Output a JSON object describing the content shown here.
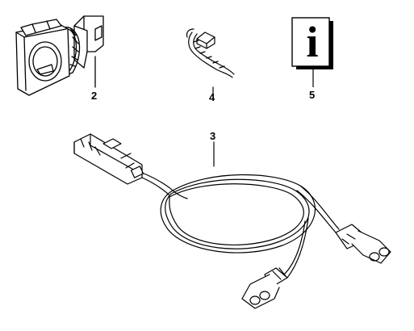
{
  "callouts": {
    "part_2": "2",
    "part_3": "3",
    "part_4": "4",
    "part_5": "5"
  },
  "info_card": {
    "letter": "i"
  },
  "icons": [
    "trailer-socket-icon",
    "wiring-harness-icon",
    "cable-tie-icon",
    "information-icon"
  ]
}
